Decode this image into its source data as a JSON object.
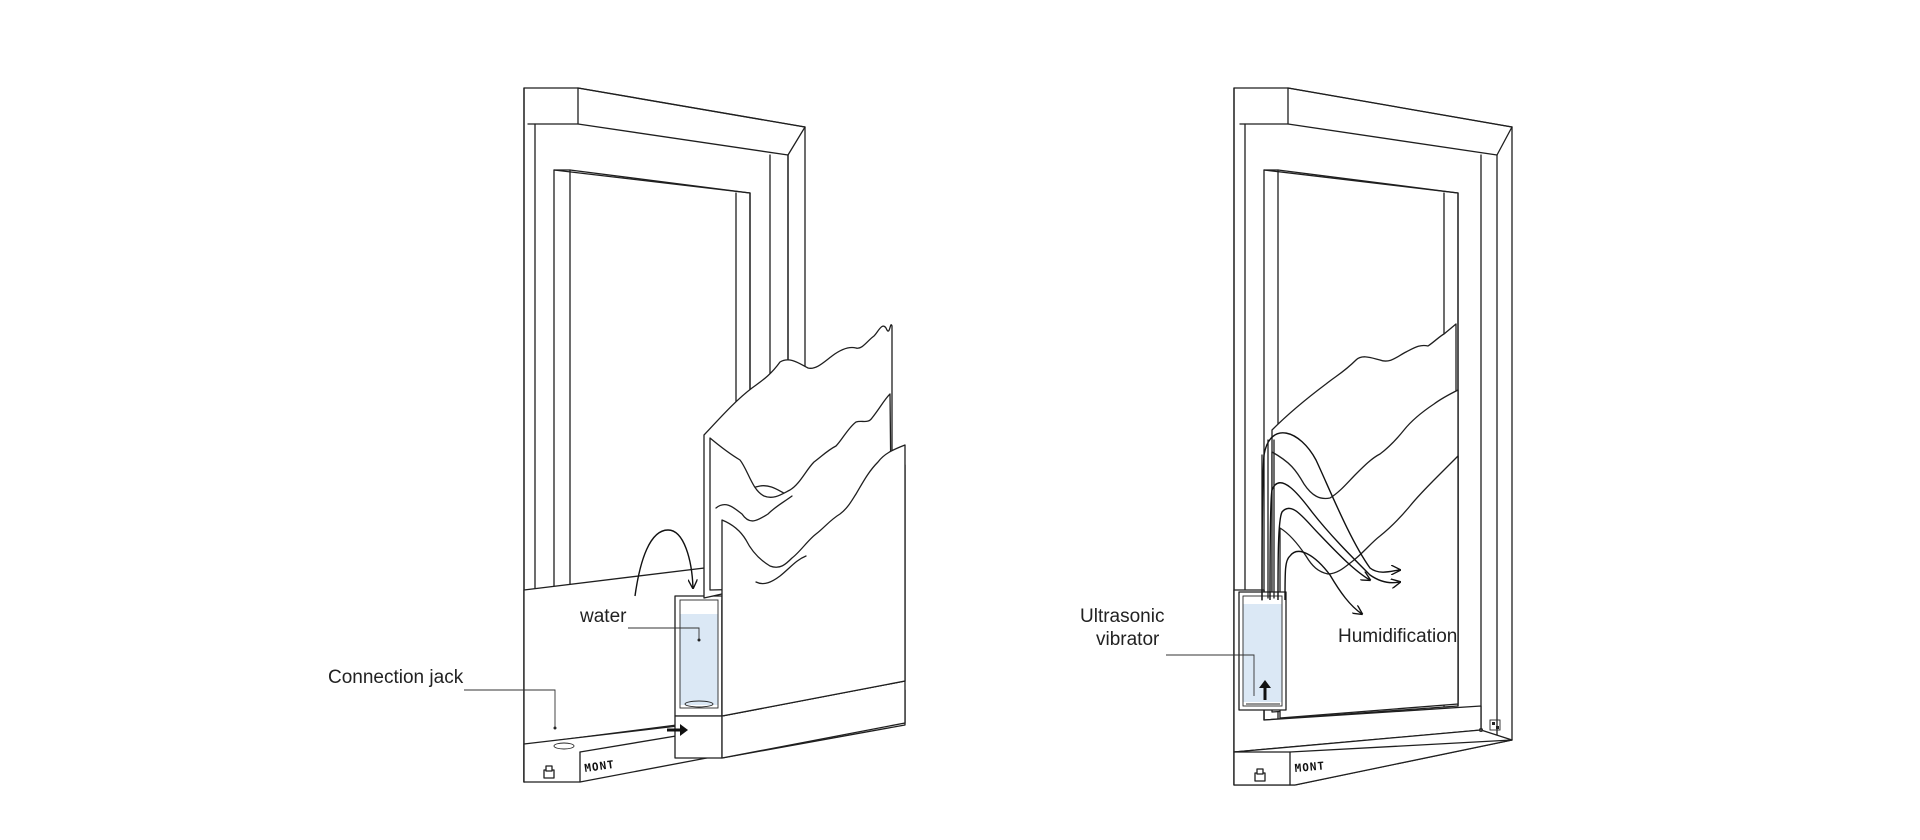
{
  "panels": [
    {
      "id": "left",
      "brand": "MONT",
      "labels": {
        "water": "water",
        "connection_jack": "Connection jack"
      }
    },
    {
      "id": "right",
      "brand": "MONT",
      "labels": {
        "ultrasonic_line1": "Ultrasonic",
        "ultrasonic_line2": "vibrator",
        "humidification": "Humidification"
      }
    }
  ],
  "colors": {
    "line": "#1f1f1f",
    "water": "#dbe8f5",
    "background": "#ffffff"
  }
}
